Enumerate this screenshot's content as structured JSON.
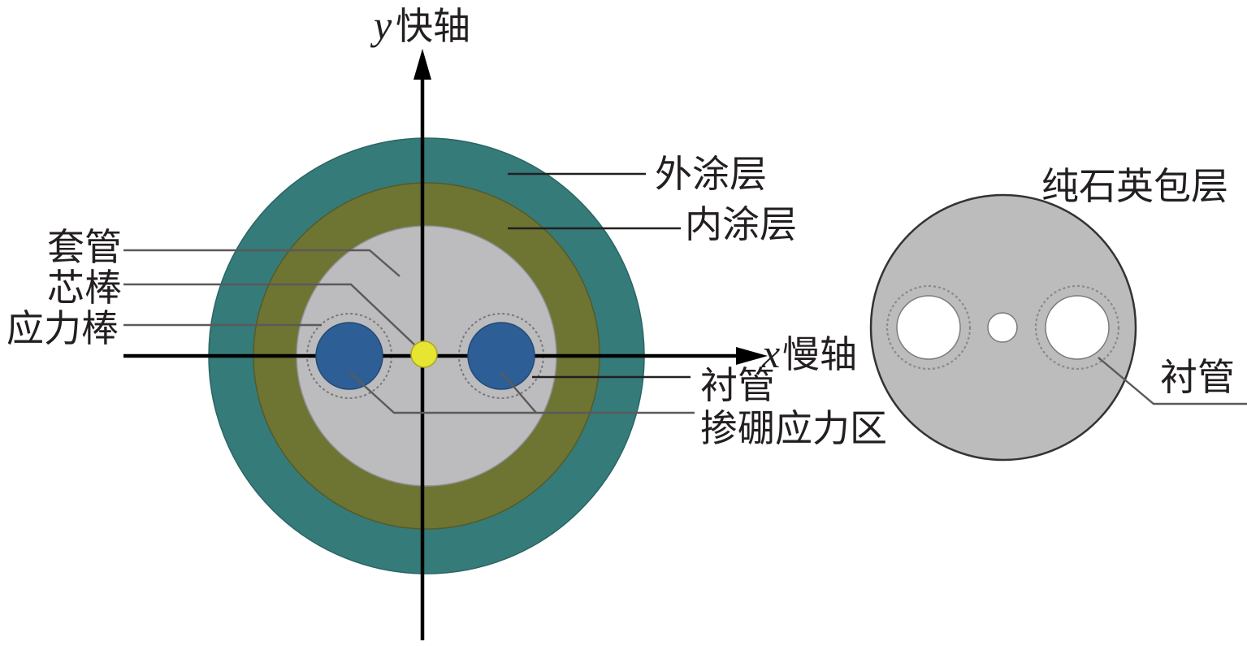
{
  "axes": {
    "y_var": "y",
    "y_label": "快轴",
    "x_var": "x",
    "x_label": "慢轴"
  },
  "labels": {
    "outer_coating": "外涂层",
    "inner_coating": "内涂层",
    "jacket_tube": "套管",
    "core_rod": "芯棒",
    "stress_rod": "应力棒",
    "liner_tube": "衬管",
    "boron_stress_zone": "掺硼应力区",
    "pure_silica_cladding": "纯石英包层",
    "liner_tube_right": "衬管"
  },
  "colors": {
    "outer_coating": "#357b7a",
    "inner_coating": "#6e7432",
    "cladding": "#bcbbbe",
    "stress_zone": "#2d5f96",
    "core": "#e6e532",
    "preform_cladding": "#bcbcbc",
    "hole": "#ffffff"
  }
}
